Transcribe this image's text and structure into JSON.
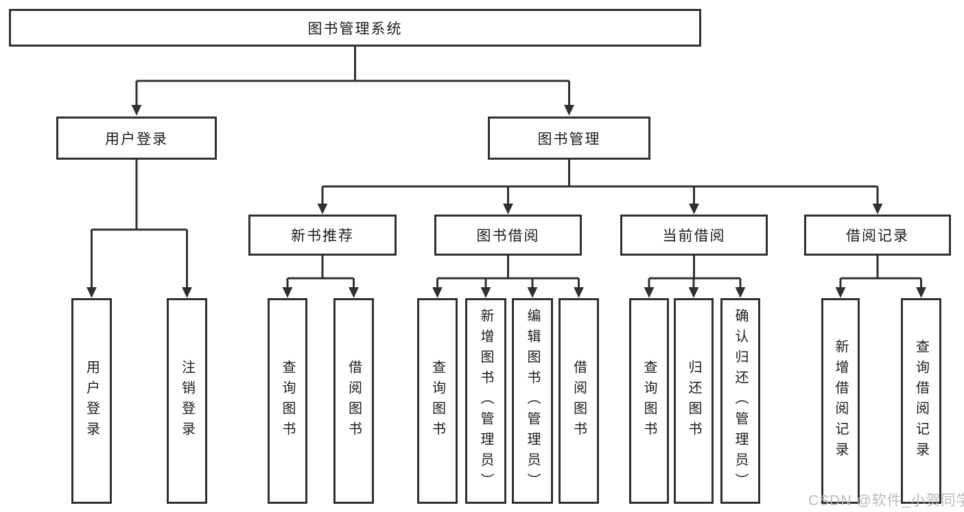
{
  "diagram": {
    "root": "图书管理系统",
    "branches": [
      {
        "label": "用户登录",
        "children": [
          "用户登录",
          "注销登录"
        ]
      },
      {
        "label": "图书管理",
        "sections": [
          {
            "label": "新书推荐",
            "children": [
              "查询图书",
              "借阅图书"
            ]
          },
          {
            "label": "图书借阅",
            "children": [
              "查询图书",
              "新增图书（管理员）",
              "编辑图书（管理员）",
              "借阅图书"
            ]
          },
          {
            "label": "当前借阅",
            "children": [
              "查询图书",
              "归还图书",
              "确认归还（管理员）"
            ]
          },
          {
            "label": "借阅记录",
            "children": [
              "新增借阅记录",
              "查询借阅记录"
            ]
          }
        ]
      }
    ]
  },
  "watermark": "CSDN @软件_小贺同学",
  "colors": {
    "line": "#303030",
    "box_border": "#303030",
    "text": "#1c1c1c",
    "background": "#ffffff",
    "watermark": "#b6b6bc"
  }
}
